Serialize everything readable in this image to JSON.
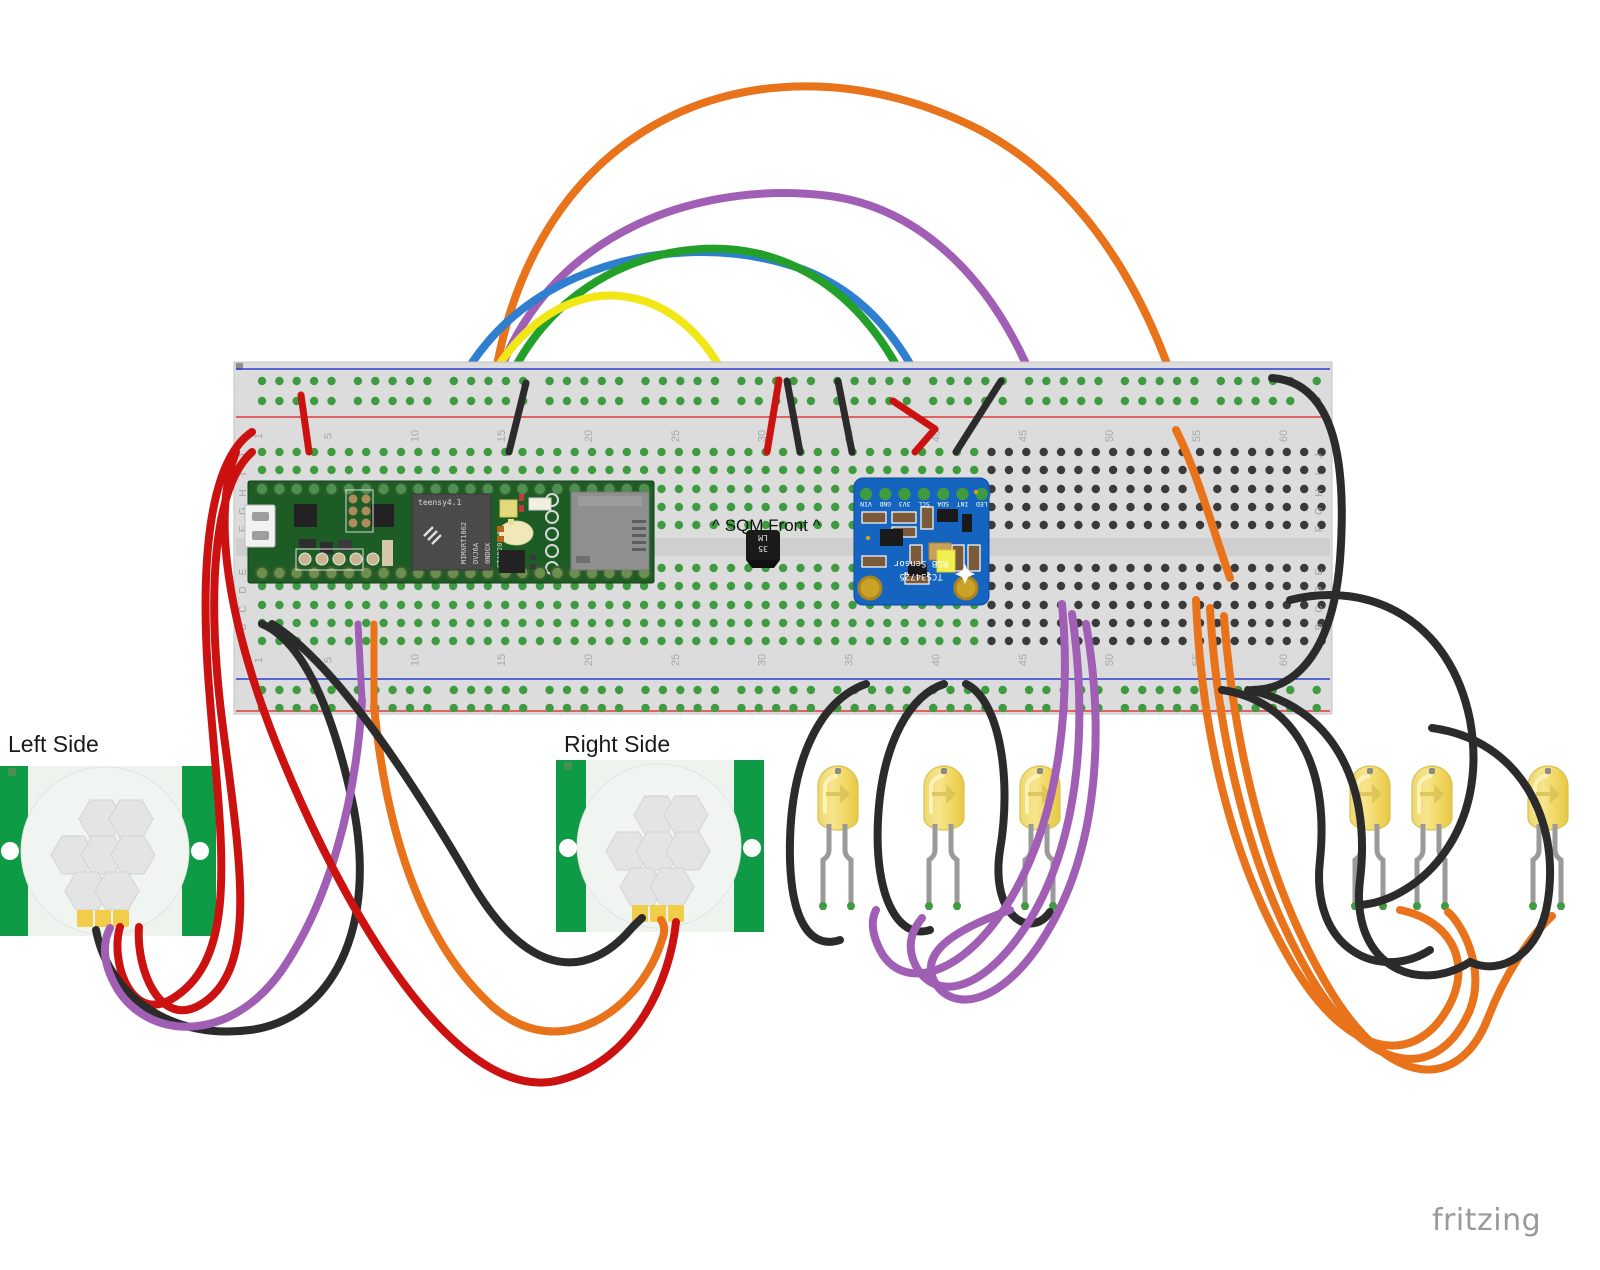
{
  "document": {
    "type": "fritzing-breadboard-diagram",
    "watermark": "fritzing",
    "background": "#ffffff"
  },
  "labels": {
    "left_side": "Left Side",
    "right_side": "Right Side",
    "sqm_front": "^ SQM Front ^"
  },
  "breadboard": {
    "name": "full-size-breadboard",
    "columns_total": 63,
    "column_ticks": [
      "1",
      "5",
      "10",
      "15",
      "20",
      "25",
      "30",
      "35",
      "40",
      "45",
      "50",
      "55",
      "60"
    ],
    "row_labels_top": [
      "J",
      "I",
      "H",
      "G",
      "F"
    ],
    "row_labels_bottom": [
      "E",
      "D",
      "C",
      "B",
      "A"
    ],
    "rail_colors": {
      "positive": "#e03b3b",
      "negative": "#2a3fd0"
    },
    "body_color": "#dcdcdc",
    "hole_color_plated": "#3f9b3f",
    "hole_color_plain": "#3a3a3a"
  },
  "boards": {
    "teensy": {
      "name": "Teensy 4.1",
      "silkscreen": "teensy4.1",
      "mcu_lines": [
        "MIMXRT1062",
        "DVJ6A",
        "0NDOX",
        "CTAD2011B"
      ],
      "pcb_color": "#1d5c24",
      "mcu_color": "#4a4a4a"
    },
    "rgb_sensor": {
      "name": "TCS34725 RGB Sensor",
      "silkscreen_line1": "TCS34725",
      "silkscreen_line2": "RGB Sensor",
      "pcb_color": "#1565c0",
      "pins": [
        "VIN",
        "GND",
        "3V3",
        "SCL",
        "SDA",
        "INT",
        "LED"
      ]
    },
    "lm35": {
      "name": "LM35 temperature sensor",
      "line1": "LM",
      "line2": "35",
      "body_color": "#1a1a1a"
    }
  },
  "pir_sensors": [
    {
      "name": "PIR motion sensor (left)",
      "side_label": "Left Side",
      "pcb_color": "#0f9b45",
      "lens_color": "#eef3ee",
      "pin_wire_colors": [
        "#2b2b2b",
        "#a05fb4",
        "#cc1111"
      ]
    },
    {
      "name": "PIR motion sensor (right)",
      "side_label": "Right Side",
      "pcb_color": "#0f9b45",
      "lens_color": "#eef3ee",
      "pin_wire_colors": [
        "#2b2b2b",
        "#e8731a",
        "#cc1111"
      ]
    }
  ],
  "leds": {
    "count": 6,
    "color": "#f5dd70",
    "body_shape": "5mm-round",
    "group_left": {
      "count": 3,
      "anode_wire": "#a05fb4",
      "cathode_wire": "#2b2b2b"
    },
    "group_right": {
      "count": 3,
      "anode_wire": "#e8731a",
      "cathode_wire": "#2b2b2b"
    }
  },
  "wire_colors": {
    "orange": "#e8731a",
    "purple": "#a05fb4",
    "blue": "#2f7fd0",
    "green": "#22a02a",
    "yellow": "#f2e716",
    "red": "#cc1111",
    "black": "#2b2b2b",
    "grey": "#9a9a9a"
  },
  "wire_counts": {
    "orange": 8,
    "purple": 6,
    "blue": 1,
    "green": 1,
    "yellow": 1,
    "red": 6,
    "black": 14
  }
}
